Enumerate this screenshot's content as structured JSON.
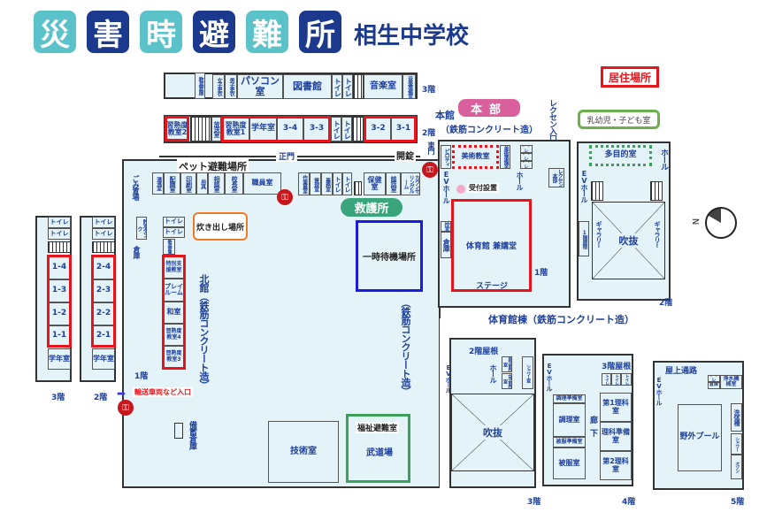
{
  "header": {
    "title_chars": [
      "災",
      "害",
      "時",
      "避",
      "難",
      "所"
    ],
    "school": "相生中学校"
  },
  "legend": {
    "residence": "居住場所"
  },
  "colors": {
    "teal": "#5cc2c9",
    "navy": "#1b3a8e",
    "red": "#e8141b",
    "green": "#3aa05a",
    "pink": "#d9609c",
    "blue": "#1a1ae0"
  },
  "main3f": {
    "storage": "教具倉庫",
    "f_lock": "女子更衣",
    "m_lock": "男子更衣",
    "pc": "パソコン室",
    "library": "図書館",
    "wc": "トイレ",
    "music": "音楽室",
    "music_prep": "音楽準備室",
    "floor": "3階"
  },
  "main2f": {
    "s2": "習熟度教室2",
    "broadcast": "放送室",
    "s1": "習熟度教室1",
    "grade": "学年室",
    "c34": "3-4",
    "c33": "3-3",
    "wc": "トイレ",
    "c32": "3-2",
    "c31": "3-1",
    "floor": "2階"
  },
  "gate": {
    "main": "正門",
    "east": "東門",
    "unlock": "開錠",
    "pet": "ペット避難場所",
    "vehicle": "輸送車両など入口"
  },
  "north": {
    "kettle": "湯沸室",
    "serving": "配膳室",
    "print": "印刷室",
    "tools": "用具",
    "consult": "相談室",
    "principal": "校長室",
    "staff": "職員室",
    "worker": "作業員室",
    "admin": "管理室",
    "office": "事務室",
    "wc": "トイレ",
    "health": "保健室",
    "talk": "談話室",
    "counsel": "カウンセリングルーム",
    "garbage": "ごみ置場",
    "tank": "貯水タンク",
    "warehouse": "倉庫",
    "store": "教具倉庫",
    "special": "特別支援教室",
    "play": "プレイルーム",
    "washitsu": "和室",
    "s4": "習熟度教室4",
    "s3": "習熟度教室3",
    "label": "北館（鉄筋コンクリート造）",
    "label2": "（鉄筋コンクリート造）",
    "floor": "1階",
    "stockpile": "備蓄倉庫",
    "tech": "技術室",
    "welfare": "福祉避難室",
    "budo": "武道場",
    "cooking": "炊き出し場所",
    "aid": "救護所",
    "waiting": "一時待機場所"
  },
  "left": {
    "wc": "トイレ",
    "c14": "1-4",
    "c13": "1-3",
    "c12": "1-2",
    "c11": "1-1",
    "c24": "2-4",
    "c23": "2-3",
    "c22": "2-2",
    "c21": "2-1",
    "grade": "学年室",
    "f3": "3階",
    "f2": "2階"
  },
  "gym": {
    "hq": "本部",
    "label1": "本館",
    "label2": "（鉄筋コンクリート造）",
    "rec_entrance": "レクセン入口",
    "piloti": "ピロティ",
    "art": "美術教室",
    "art_prep": "美術準備室",
    "wc": "トイレ",
    "ev_hall": "EVホール",
    "ev": "EV",
    "hall": "ホール",
    "reception": "受付設置",
    "waiting_room": "控室",
    "warehouse": "倉庫",
    "gym": "体育館 兼講堂",
    "stage": "ステージ",
    "floor": "1階",
    "rec_hq": "レクセン本部",
    "bldg_label": "体育館棟（鉄筋コンクリート造）"
  },
  "east": {
    "kids": "乳幼児・子ども室",
    "multi": "多目的室",
    "hall": "ホール",
    "ev_hall": "EVホール",
    "ev": "EV",
    "gallery": "ギャラリー",
    "roof1": "1階屋根",
    "void": "吹抜",
    "floor": "2階",
    "north": "N"
  },
  "gym3f": {
    "roof": "2階屋根",
    "ev_hall": "EVホール",
    "ev": "EV",
    "hall": "ホール",
    "m_lock": "男子更衣室",
    "f_lock": "女子更衣室",
    "shower": "シャワー室",
    "void": "吹抜",
    "floor": "3階"
  },
  "gym4f": {
    "ev_hall": "EVホール",
    "ev": "EV",
    "roof": "3階屋根",
    "wc": "トイレ",
    "cook_prep": "調理準備室",
    "cook": "調理室",
    "corridor": "廊下",
    "sci1": "第1理科室",
    "sci_prep": "理科準備室",
    "sew_prep": "被服準備室",
    "sew": "被服室",
    "sci2": "第2理科室",
    "floor": "4階"
  },
  "gym5f": {
    "roof_path": "屋上通路",
    "ev_hall": "EVホール",
    "ev": "EV",
    "wc": "トイレ",
    "store": "倉庫",
    "filter": "浄水機械室",
    "wash": "洗体槽",
    "pool": "野外プール",
    "shower": "シャワー",
    "toilet": "オゾン",
    "floor": "5階"
  }
}
